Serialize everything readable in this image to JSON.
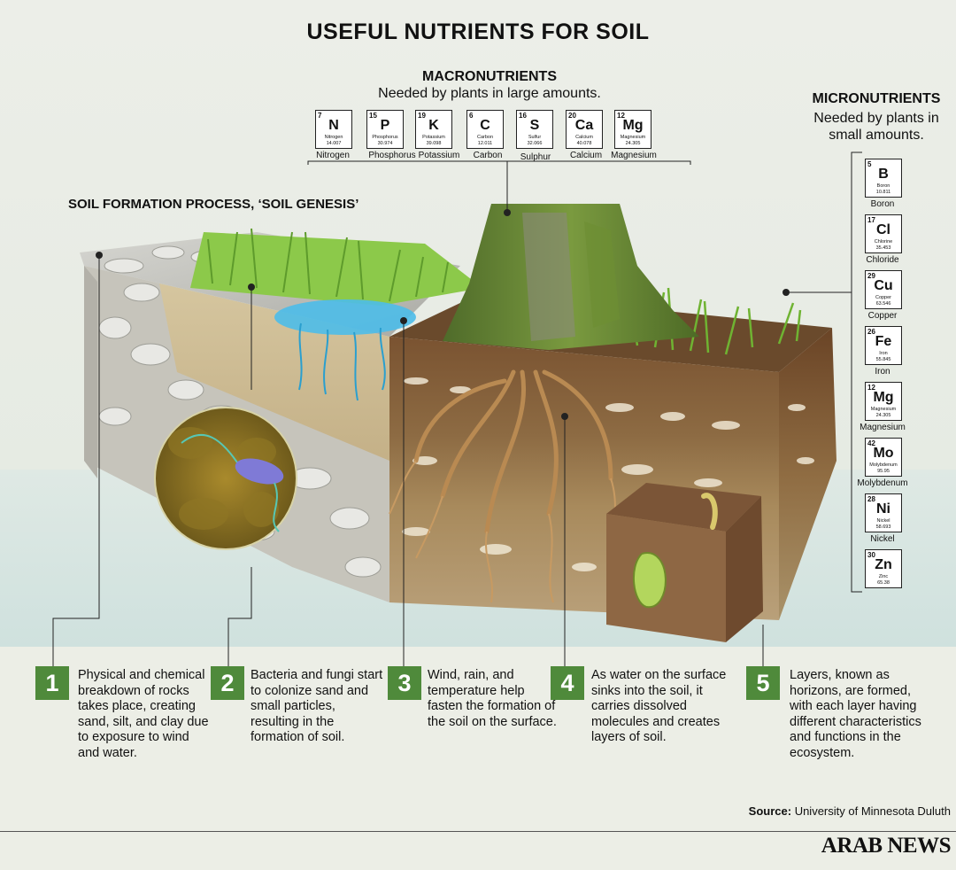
{
  "title": "USEFUL NUTRIENTS FOR SOIL",
  "macronutrients": {
    "heading": "MACRONUTRIENTS",
    "subheading": "Needed by plants in large amounts.",
    "elements": [
      {
        "number": "7",
        "symbol": "N",
        "name": "Nitrogen",
        "weight": "14.007",
        "label": "Nitrogen"
      },
      {
        "number": "15",
        "symbol": "P",
        "name": "Phosphorus",
        "weight": "30.974",
        "label": "Phosphorus"
      },
      {
        "number": "19",
        "symbol": "K",
        "name": "Potassium",
        "weight": "39.098",
        "label": "Potassium"
      },
      {
        "number": "6",
        "symbol": "C",
        "name": "Carbon",
        "weight": "12.011",
        "label": "Carbon"
      },
      {
        "number": "16",
        "symbol": "S",
        "name": "Sulfur",
        "weight": "32.066",
        "label": "Sulphur"
      },
      {
        "number": "20",
        "symbol": "Ca",
        "name": "Calcium",
        "weight": "40.078",
        "label": "Calcium"
      },
      {
        "number": "12",
        "symbol": "Mg",
        "name": "Magnesium",
        "weight": "24.305",
        "label": "Magnesium"
      }
    ]
  },
  "micronutrients": {
    "heading": "MICRONUTRIENTS",
    "subheading_line1": "Needed by plants in",
    "subheading_line2": "small amounts.",
    "elements": [
      {
        "number": "5",
        "symbol": "B",
        "name": "Boron",
        "weight": "10.811",
        "label": "Boron"
      },
      {
        "number": "17",
        "symbol": "Cl",
        "name": "Chlorine",
        "weight": "35.453",
        "label": "Chloride"
      },
      {
        "number": "29",
        "symbol": "Cu",
        "name": "Copper",
        "weight": "63.546",
        "label": "Copper"
      },
      {
        "number": "26",
        "symbol": "Fe",
        "name": "Iron",
        "weight": "55.845",
        "label": "Iron"
      },
      {
        "number": "12",
        "symbol": "Mg",
        "name": "Magnesium",
        "weight": "24.305",
        "label": "Magnesium"
      },
      {
        "number": "42",
        "symbol": "Mo",
        "name": "Molybdenum",
        "weight": "95.95",
        "label": "Molybdenum"
      },
      {
        "number": "28",
        "symbol": "Ni",
        "name": "Nickel",
        "weight": "58.693",
        "label": "Nickel"
      },
      {
        "number": "30",
        "symbol": "Zn",
        "name": "Zinc",
        "weight": "65.38",
        "label": ""
      }
    ]
  },
  "genesis_heading": "SOIL FORMATION PROCESS, ‘SOIL GENESIS’",
  "steps": [
    {
      "number": "1",
      "text": "Physical and chemical breakdown of rocks takes place, creating sand, silt, and clay due to exposure to wind and water."
    },
    {
      "number": "2",
      "text": "Bacteria and fungi start to colonize sand and small particles, resulting in the formation of soil."
    },
    {
      "number": "3",
      "text": "Wind, rain, and temperature help fasten the formation of the soil on the surface."
    },
    {
      "number": "4",
      "text": "As water on the surface sinks into the soil, it carries dissolved molecules and creates layers of soil."
    },
    {
      "number": "5",
      "text": "Layers, known as horizons, are formed, with each layer having different characteristics and functions in the ecosystem."
    }
  ],
  "source_label": "Source:",
  "source_text": "University of Minnesota Duluth",
  "brand": "ARAB NEWS",
  "colors": {
    "step_badge": "#4f8a3b",
    "soil": "#6b4a2b",
    "grass": "#7cbf3a",
    "water": "#3fb7e6",
    "rock": "#c9c9c4"
  }
}
